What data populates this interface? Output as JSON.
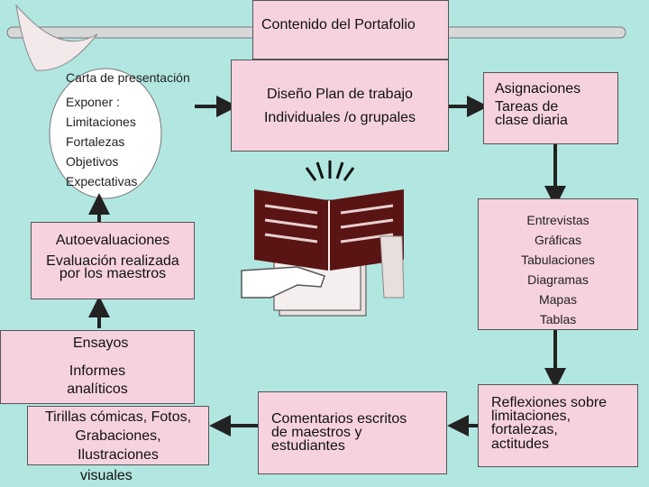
{
  "title": "Contenido del Portafolio",
  "center_top": {
    "line1": "Diseño Plan de trabajo",
    "line2": "Individuales /o grupales"
  },
  "carta": {
    "items": [
      "Carta de presentación",
      "Exponer :",
      "Limitaciones",
      "Fortalezas",
      "Objetivos",
      "Expectativas"
    ]
  },
  "asignaciones": {
    "line1": "Asignaciones",
    "line2": "Tareas de clase diaria"
  },
  "autoevaluacion": {
    "line1": "Autoevaluaciones",
    "line2": "Evaluación realizada",
    "line3": "por los maestros"
  },
  "lista_derecha": [
    "Entrevistas",
    "Gráficas",
    "Tabulaciones",
    "Diagramas",
    "Mapas",
    "Tablas"
  ],
  "ensayos": {
    "line1": "Ensayos",
    "line2": "Informes",
    "line3": "analíticos"
  },
  "tirillas": {
    "line1": "Tirillas cómicas, Fotos,",
    "line2": "Grabaciones,",
    "line3": "Ilustraciones",
    "line4": "visuales"
  },
  "comentarios": {
    "line1": "Comentarios escritos",
    "line2": "de maestros y",
    "line3": "estudiantes"
  },
  "reflexiones": {
    "line1": "Reflexiones sobre",
    "line2": "limitaciones,",
    "line3": "fortalezas,",
    "line4": "actitudes"
  },
  "colors": {
    "background": "#b2e6e1",
    "box": "#f6d2de",
    "arrow": "#222222",
    "book": "#5a1414"
  },
  "icons": [
    "boomerang-icon",
    "book-icon",
    "hand-icon"
  ]
}
